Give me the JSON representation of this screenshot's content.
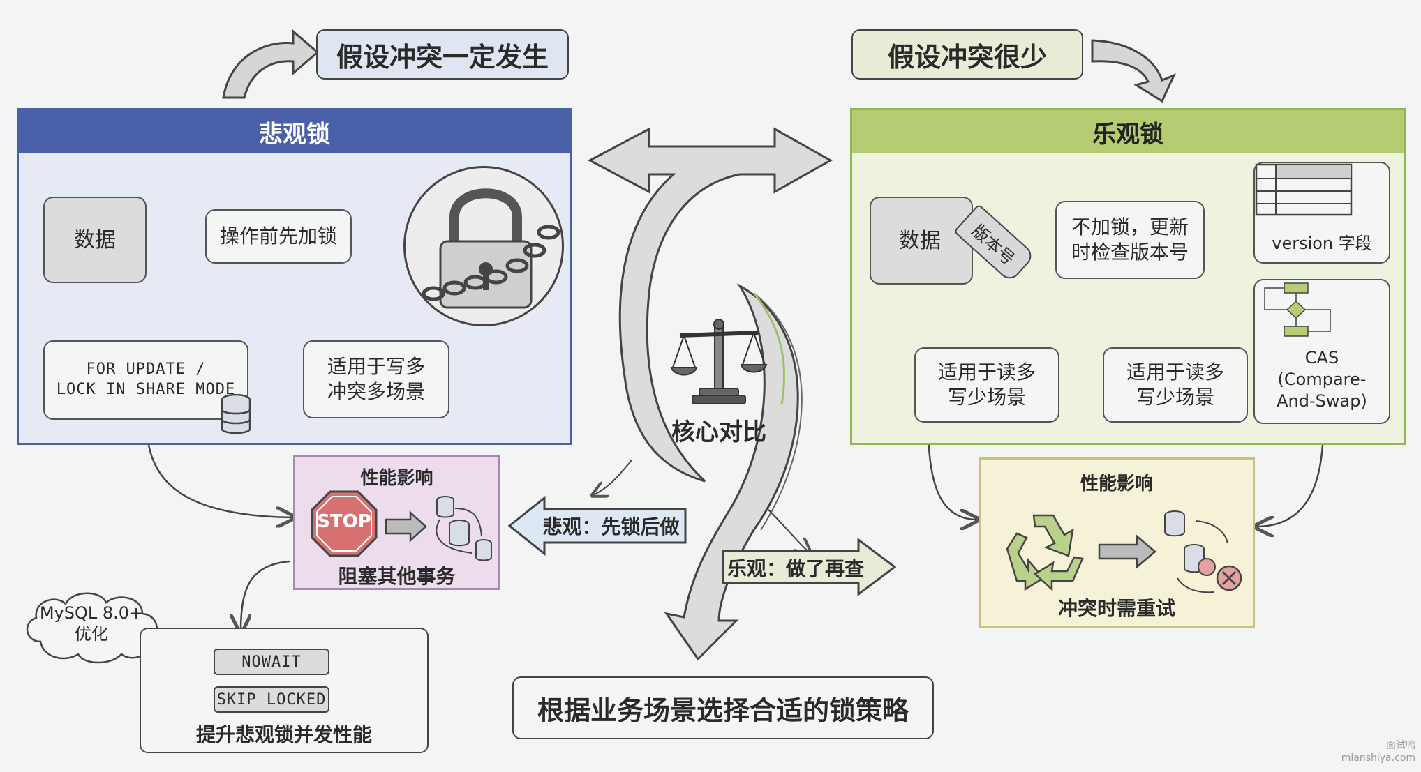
{
  "top": {
    "pessimistic_assumption": "假设冲突一定发生",
    "optimistic_assumption": "假设冲突很少"
  },
  "pessimistic": {
    "title": "悲观锁",
    "data_label": "数据",
    "step": "操作前先加锁",
    "sql_hint": "FOR UPDATE /\nLOCK IN SHARE MODE",
    "scenario": "适用于写多\n冲突多场景",
    "performance_title": "性能影响",
    "stop_label": "STOP",
    "performance_caption": "阻塞其他事务"
  },
  "optimistic": {
    "title": "乐观锁",
    "data_label": "数据",
    "tag_label": "版本号",
    "step": "不加锁，更新\n时检查版本号",
    "version_field": "version 字段",
    "cas": "CAS\n(Compare-\nAnd-Swap)",
    "scenario_1": "适用于读多\n写少场景",
    "scenario_2": "适用于读多\n写少场景",
    "performance_title": "性能影响",
    "performance_caption": "冲突时需重试"
  },
  "center": {
    "label": "核心对比",
    "pessimistic_arrow": "悲观：先锁后做",
    "optimistic_arrow": "乐观：做了再查"
  },
  "mysql": {
    "cloud": "MySQL 8.0+\n优化",
    "nowait": "NOWAIT",
    "skip_locked": "SKIP LOCKED",
    "caption": "提升悲观锁并发性能"
  },
  "bottom": {
    "conclusion": "根据业务场景选择合适的锁策略"
  },
  "watermark": {
    "line1": "面试鸭",
    "line2": "mianshiya.com"
  },
  "colors": {
    "pessimistic_border": "#4a60a8",
    "pessimistic_header": "#4a60a8",
    "pessimistic_fill": "#e6eaf4",
    "optimistic_border": "#8fb74e",
    "optimistic_header": "#b5cc72",
    "optimistic_fill": "#eef3e0",
    "perf_pessimistic_fill": "#ecdcec",
    "perf_pessimistic_border": "#a787b6",
    "perf_optimistic_fill": "#f6f2d8",
    "perf_optimistic_border": "#c8c27a",
    "stop_red": "#d77070",
    "arrow_blue": "#dde8f4"
  }
}
